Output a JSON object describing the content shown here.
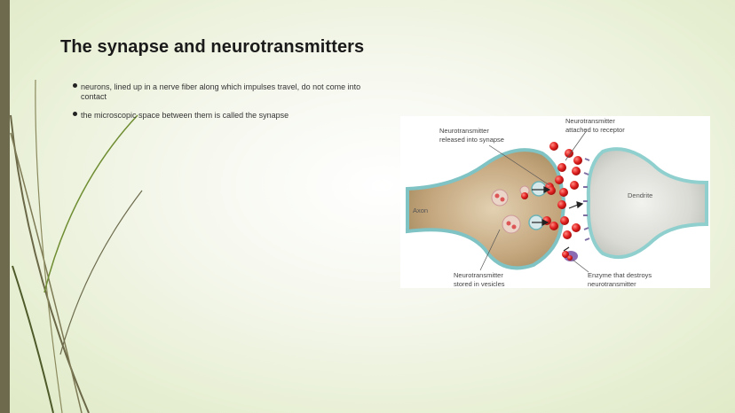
{
  "slide": {
    "title": "The synapse and neurotransmitters",
    "bullets": [
      "neurons, lined up in a nerve fiber along which impulses travel, do not come into contact",
      "the microscopic space between them is called the synapse"
    ]
  },
  "diagram": {
    "labels": {
      "released": [
        "Neurotransmitter",
        "released into synapse"
      ],
      "attached": [
        "Neurotransmitter",
        "attached to receptor"
      ],
      "axon": "Axon",
      "dendrite": "Dendrite",
      "stored": [
        "Neurotransmitter",
        "stored in vesicles"
      ],
      "enzyme": [
        "Enzyme that destroys",
        "neurotransmitter"
      ]
    }
  },
  "colors": {
    "sidebar": "#6e6a4e",
    "background_tint": "#dfe9c6",
    "neurotransmitter": "#e02020",
    "neuron_body": "#c7ad86",
    "membrane": "#9fd3d2",
    "receptor": "#7e6fa3"
  }
}
